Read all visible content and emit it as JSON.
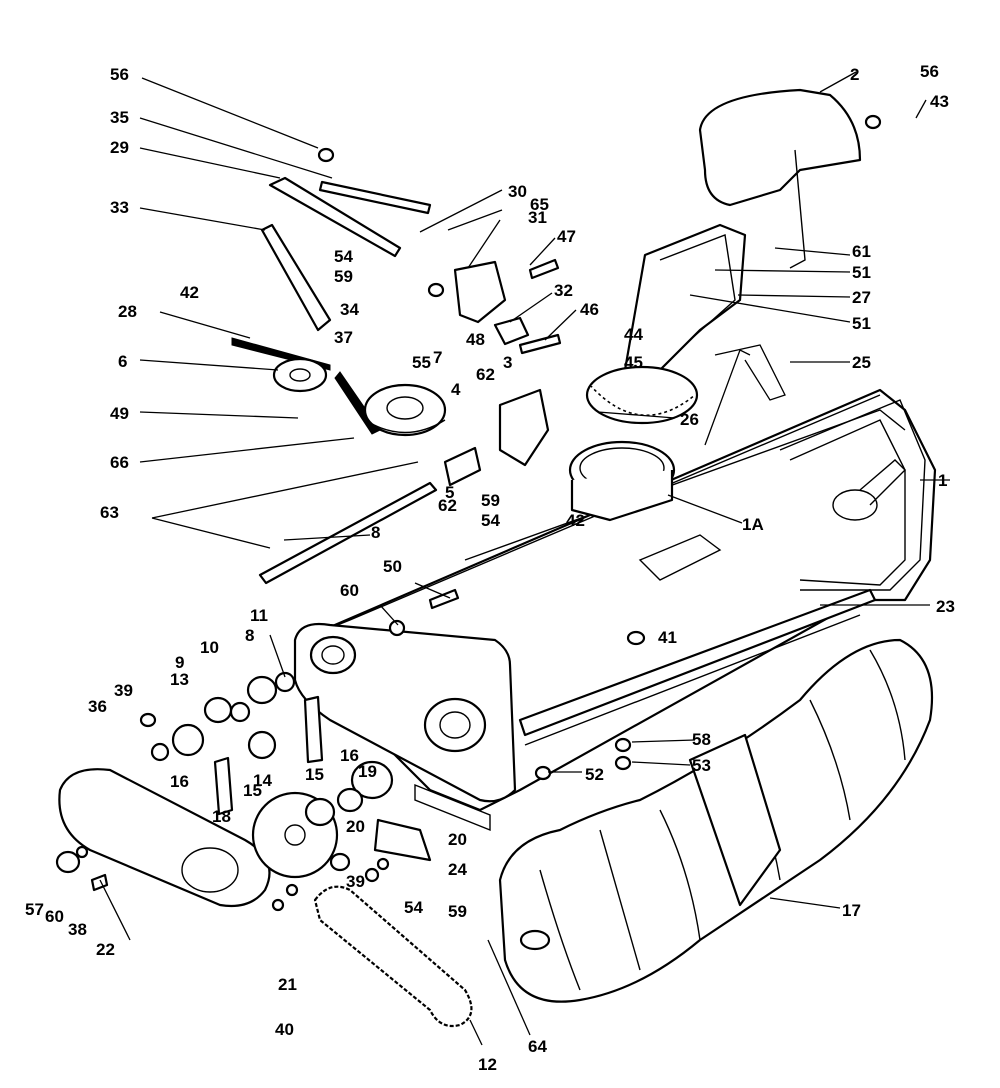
{
  "diagram": {
    "callouts": [
      "1",
      "1A",
      "2",
      "3",
      "4",
      "5",
      "6",
      "7",
      "8",
      "9",
      "10",
      "11",
      "12",
      "13",
      "14",
      "15",
      "16",
      "17",
      "18",
      "19",
      "20",
      "21",
      "22",
      "23",
      "24",
      "25",
      "26",
      "27",
      "28",
      "29",
      "30",
      "31",
      "32",
      "33",
      "34",
      "35",
      "36",
      "37",
      "38",
      "39",
      "40",
      "41",
      "42",
      "43",
      "44",
      "45",
      "46",
      "47",
      "48",
      "49",
      "50",
      "51",
      "52",
      "53",
      "54",
      "55",
      "56",
      "57",
      "58",
      "59",
      "60",
      "61",
      "62",
      "63",
      "64",
      "65",
      "66"
    ]
  }
}
